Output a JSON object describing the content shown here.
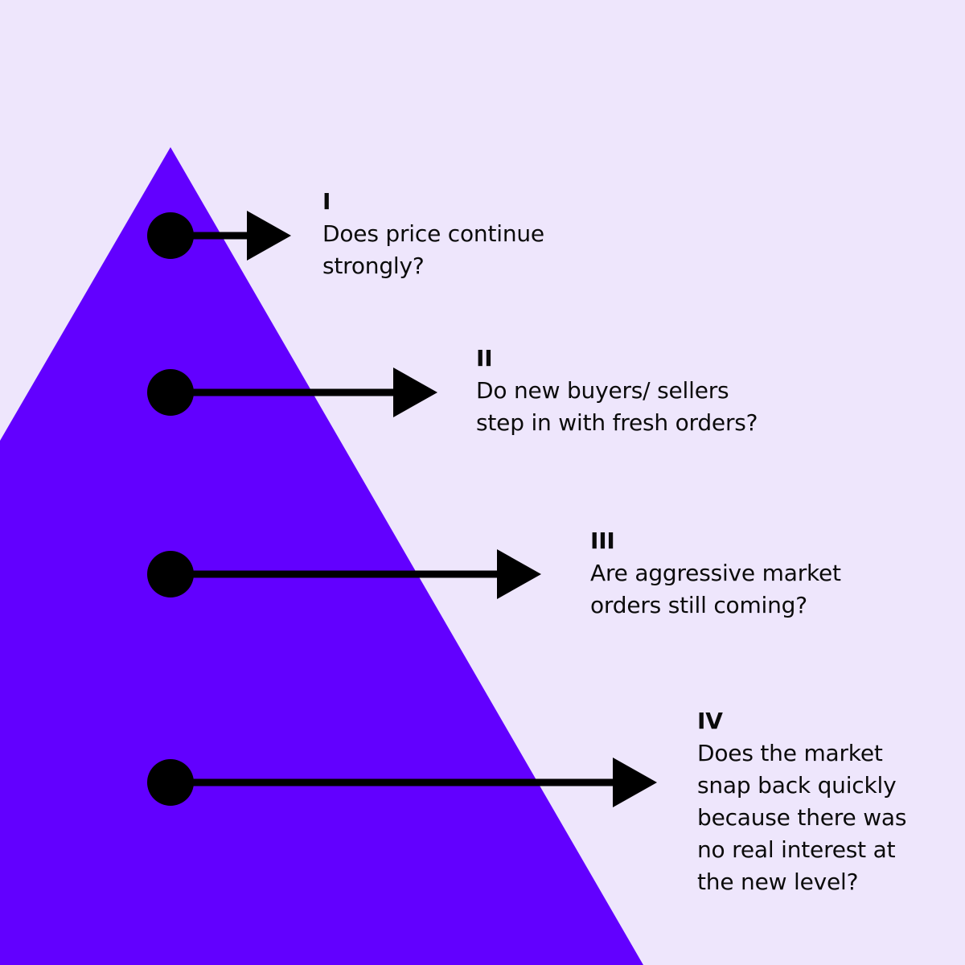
{
  "colors": {
    "background": "#EEE6FC",
    "triangle": "#6200FF",
    "arrow": "#000000",
    "text": "#0B0B0B"
  },
  "steps": [
    {
      "numeral": "I",
      "question": "Does price continue\nstrongly?"
    },
    {
      "numeral": "II",
      "question": "Do new buyers/ sellers\nstep in with fresh orders?"
    },
    {
      "numeral": "III",
      "question": "Are aggressive market\norders still coming?"
    },
    {
      "numeral": "IV",
      "question": "Does the market\nsnap back quickly\nbecause there was\nno real interest at\nthe new level?"
    }
  ]
}
